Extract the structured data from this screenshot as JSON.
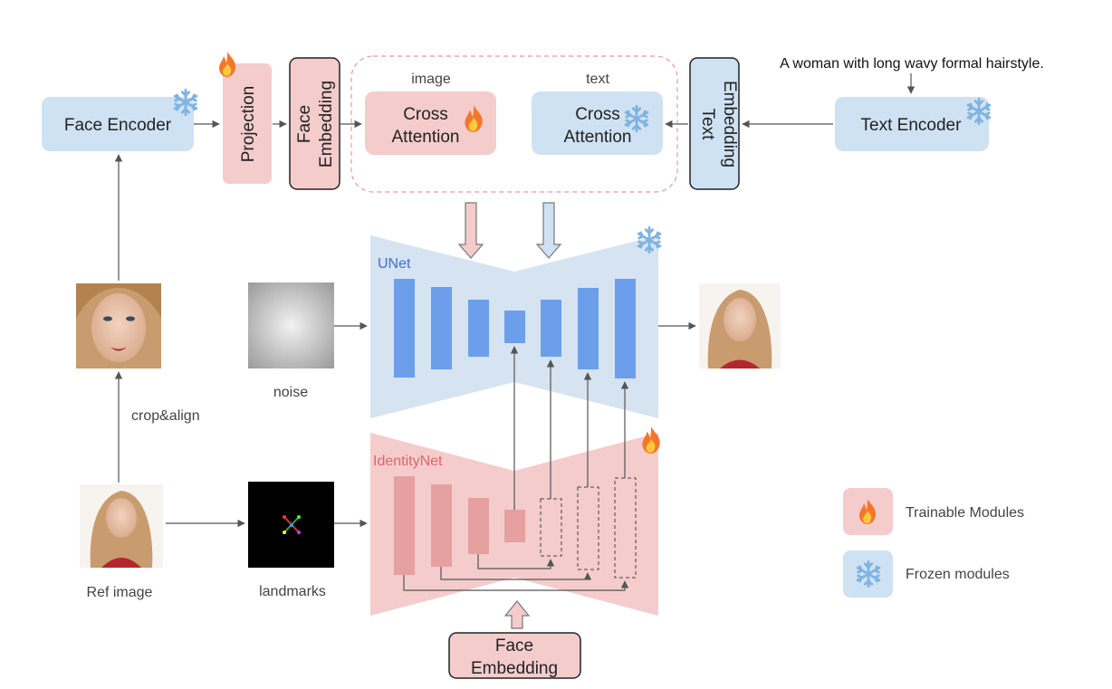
{
  "prompt_text": "A woman with long wavy formal hairstyle.",
  "modules": {
    "face_encoder": "Face Encoder",
    "projection": "Projection",
    "face_embedding_top": [
      "Face",
      "Embedding"
    ],
    "text_embedding": [
      "Text",
      "Embedding"
    ],
    "text_encoder": "Text Encoder",
    "cross_attention_image": [
      "Cross",
      "Attention"
    ],
    "cross_attention_text": [
      "Cross",
      "Attention"
    ],
    "image_branch_label": "image",
    "text_branch_label": "text",
    "unet": "UNet",
    "identitynet": "IdentityNet",
    "face_embedding_bottom": [
      "Face",
      "Embedding"
    ]
  },
  "captions": {
    "noise": "noise",
    "landmarks": "landmarks",
    "ref_image": "Ref image",
    "crop_align": "crop&align"
  },
  "legend": {
    "trainable": "Trainable Modules",
    "frozen": "Frozen modules"
  },
  "colors": {
    "pink_fill": "#f4cccc",
    "blue_fill": "#cfe2f3",
    "unet_bg": "#d6e3f1",
    "unet_block": "#6d9eeb",
    "id_bg": "#f4cccc",
    "id_block": "#e6a0a0",
    "unet_title": "#3d6fd6",
    "id_title": "#e06666"
  },
  "icons": {
    "fire": "fire-icon",
    "snowflake": "snowflake-icon"
  }
}
